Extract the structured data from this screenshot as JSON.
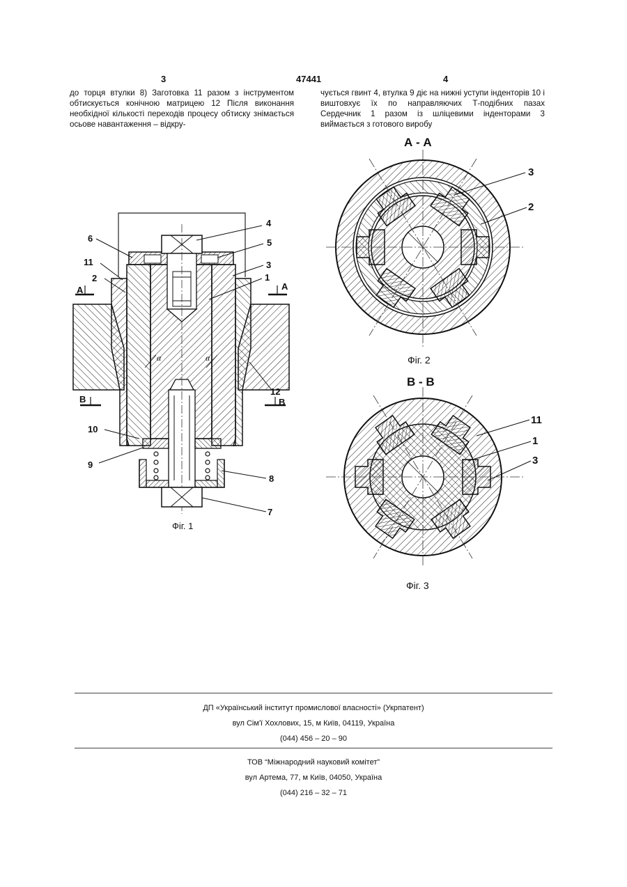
{
  "header": {
    "page_left": "3",
    "patent_no": "47441",
    "page_right": "4"
  },
  "text": {
    "left": "до торця втулки 8) Заготовка 11 разом з інструментом обтискується конічною матрицею 12 Після виконання необхідної кількості переходів процесу обтиску знімається осьове навантаження – відкру-",
    "right": "чується гвинт 4, втулка 9 діє на нижні уступи індент­орів 10 і виштовхує їх по направляючих Т-подібних пазах Сердечник 1 разом із шліцевими інденторами 3 виймається з готового виробу"
  },
  "fig1": {
    "caption": "Фіг. 1",
    "labels": {
      "l4": "4",
      "l5": "5",
      "l3": "3",
      "l1": "1",
      "l6": "6",
      "l11": "11",
      "l2": "2",
      "l12": "12",
      "l10": "10",
      "l9": "9",
      "l8": "8",
      "l7": "7",
      "secA_left": "A",
      "secA_right": "A",
      "secB_left": "B",
      "secB_right": "B",
      "alpha_left": "α",
      "alpha_right": "α"
    }
  },
  "fig2": {
    "title": "А - А",
    "caption": "Фіг. 2",
    "labels": {
      "l3": "3",
      "l2": "2"
    }
  },
  "fig3": {
    "title": "В - В",
    "caption": "Фіг. 3",
    "labels": {
      "l11": "11",
      "l1": "1",
      "l3": "3"
    }
  },
  "footer": {
    "org1_line1": "ДП «Український інститут промислової власності» (Укрпатент)",
    "org1_line2": "вул Сім'ї Хохлових, 15, м Київ, 04119, Україна",
    "org1_line3": "(044) 456 – 20 – 90",
    "org2_line1": "ТОВ “Міжнародний науковий комітет”",
    "org2_line2": "вул Артема, 77, м Київ, 04050, Україна",
    "org2_line3": "(044) 216 – 32 – 71"
  }
}
